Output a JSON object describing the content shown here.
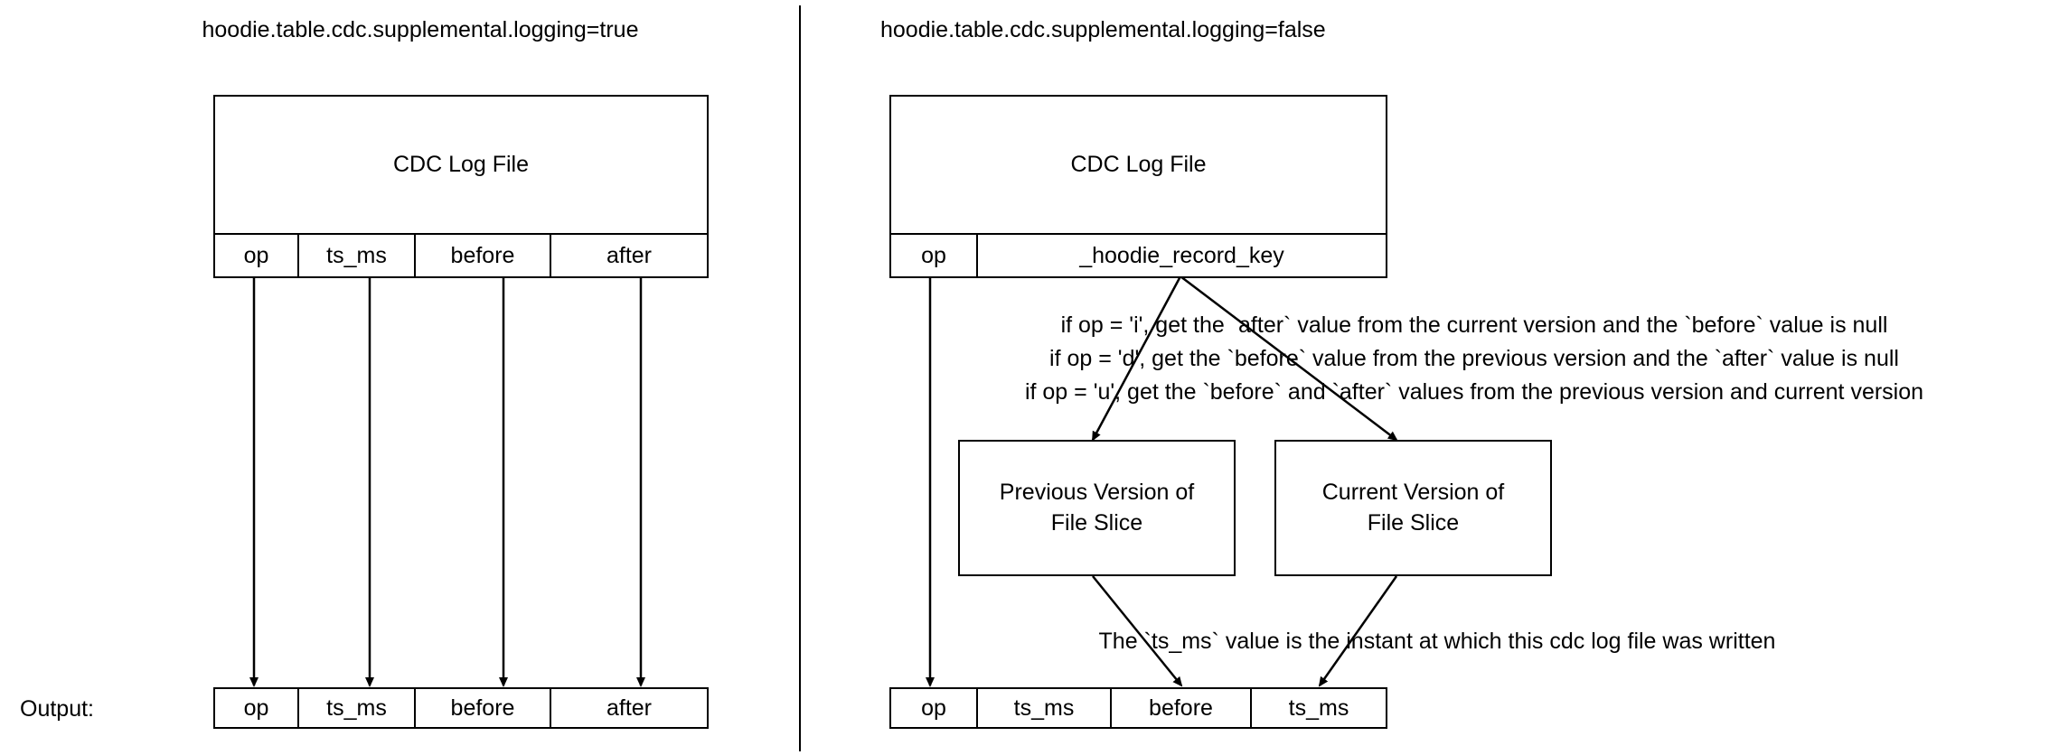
{
  "diagram": {
    "title_left": "hoodie.table.cdc.supplemental.logging=true",
    "title_right": "hoodie.table.cdc.supplemental.logging=false",
    "output_label": "Output:"
  },
  "left": {
    "log_file": {
      "title": "CDC Log File",
      "columns": [
        {
          "label": "op"
        },
        {
          "label": "ts_ms"
        },
        {
          "label": "before"
        },
        {
          "label": "after"
        }
      ]
    },
    "output": {
      "columns": [
        {
          "label": "op"
        },
        {
          "label": "ts_ms"
        },
        {
          "label": "before"
        },
        {
          "label": "after"
        }
      ]
    }
  },
  "right": {
    "log_file": {
      "title": "CDC Log File",
      "columns": [
        {
          "label": "op"
        },
        {
          "label": "_hoodie_record_key"
        }
      ]
    },
    "notes": [
      "if op = 'i', get the `after` value from the current version and the `before` value is null",
      "if op = 'd', get the `before` value from the previous version  and the `after` value is null",
      "if op = 'u', get the `before` and `after` values from the previous version and current version"
    ],
    "ts_note": "The `ts_ms` value is the instant at which this cdc log file was written",
    "boxes": [
      {
        "line1": "Previous Version of",
        "line2": "File Slice"
      },
      {
        "line1": "Current Version of",
        "line2": "File Slice"
      }
    ],
    "output": {
      "columns": [
        {
          "label": "op"
        },
        {
          "label": "ts_ms"
        },
        {
          "label": "before"
        },
        {
          "label": "ts_ms"
        }
      ]
    }
  },
  "style": {
    "stroke": "#000000",
    "background": "#ffffff"
  }
}
